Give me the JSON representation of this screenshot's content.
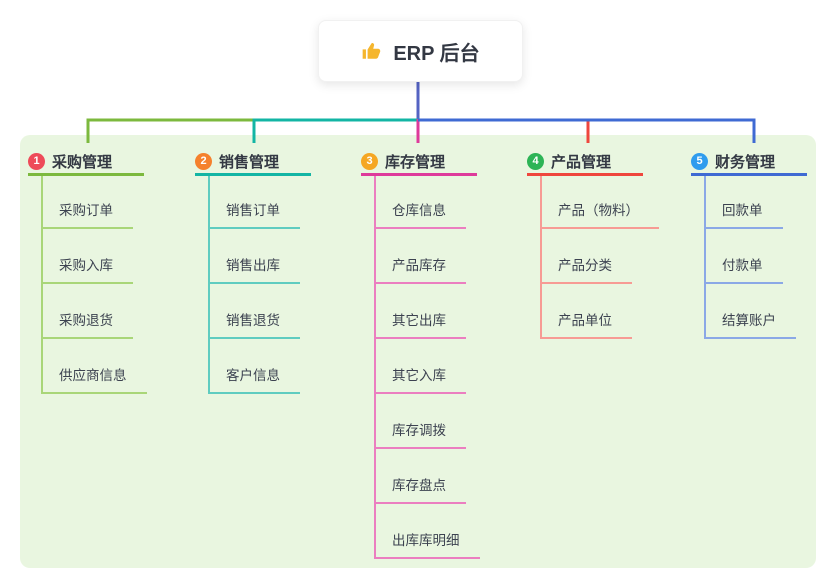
{
  "root": {
    "label": "ERP 后台",
    "icon": "thumbs-up",
    "icon_color": "#f5b62e"
  },
  "panel": {
    "background": "#e9f6e0"
  },
  "root_line_color": "#5463c3",
  "branches": [
    {
      "number": "1",
      "label": "采购管理",
      "badge_color": "#ee4b59",
      "line_color": "#7cb93e",
      "light_color": "#a9d678",
      "children": [
        "采购订单",
        "采购入库",
        "采购退货",
        "供应商信息"
      ]
    },
    {
      "number": "2",
      "label": "销售管理",
      "badge_color": "#f5812d",
      "line_color": "#13b5a4",
      "light_color": "#5fccc0",
      "children": [
        "销售订单",
        "销售出库",
        "销售退货",
        "客户信息"
      ]
    },
    {
      "number": "3",
      "label": "库存管理",
      "badge_color": "#f5a723",
      "line_color": "#de3a9b",
      "light_color": "#eb7ec0",
      "children": [
        "仓库信息",
        "产品库存",
        "其它出库",
        "其它入库",
        "库存调拨",
        "库存盘点",
        "出库库明细"
      ]
    },
    {
      "number": "4",
      "label": "产品管理",
      "badge_color": "#2db456",
      "line_color": "#ef463d",
      "light_color": "#f79b94",
      "children": [
        "产品（物料）",
        "产品分类",
        "产品单位"
      ]
    },
    {
      "number": "5",
      "label": "财务管理",
      "badge_color": "#2f9cee",
      "line_color": "#3f6ad3",
      "light_color": "#8ba8e6",
      "children": [
        "回款单",
        "付款单",
        "结算账户"
      ]
    }
  ]
}
